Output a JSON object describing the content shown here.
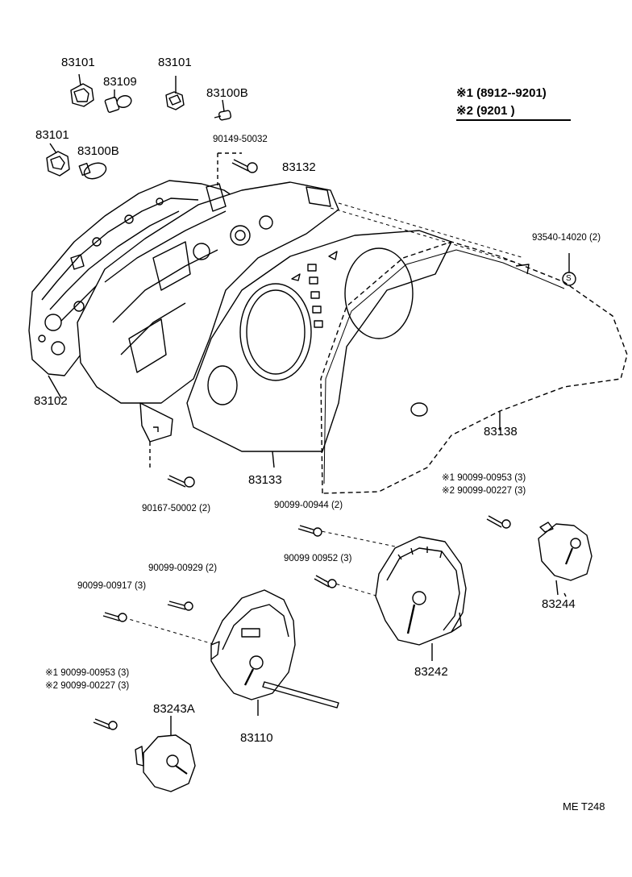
{
  "legend": {
    "row1": "※1 (8912--9201)",
    "row2": "※2 (9201          )"
  },
  "labels": {
    "p83101_a": "83101",
    "p83109": "83109",
    "p83101_b": "83101",
    "p83100B_a": "83100B",
    "p83101_c": "83101",
    "p83100B_b": "83100B",
    "p90149": "90149-50032",
    "p83132": "83132",
    "p93540": "93540-14020 (2)",
    "p83102": "83102",
    "p83138": "83138",
    "p83133": "83133",
    "p90167": "90167-50002 (2)",
    "p_alt1_top": "※1 90099-00953 (3)",
    "p_alt2_top": "※2 90099-00227 (3)",
    "p90099_00944": "90099-00944 (2)",
    "p90099_00952": "90099 00952 (3)",
    "p83244": "83244",
    "p90099_00929": "90099-00929 (2)",
    "p90099_00917": "90099-00917 (3)",
    "p83242": "83242",
    "p_alt1_bot": "※1 90099-00953 (3)",
    "p_alt2_bot": "※2 90099-00227 (3)",
    "p83243A": "83243A",
    "p83110": "83110",
    "footer": "ME  T248",
    "s_mark": "S"
  }
}
